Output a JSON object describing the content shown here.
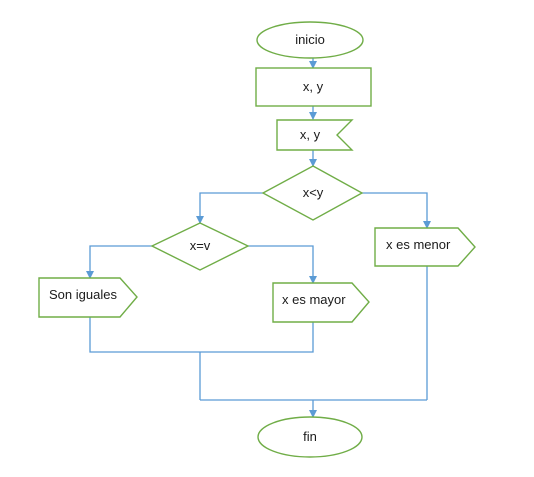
{
  "flowchart": {
    "start": "inicio",
    "input": "x, y",
    "read": "x, y",
    "condition_main": "x<y",
    "condition_inner": "x=v",
    "output_equal": "Son iguales",
    "output_greater": "x es mayor",
    "output_less": "x es menor",
    "end": "fin"
  },
  "colors": {
    "shape_stroke": "#70ad47",
    "connector": "#5b9bd5",
    "text": "#1a1a1a"
  }
}
